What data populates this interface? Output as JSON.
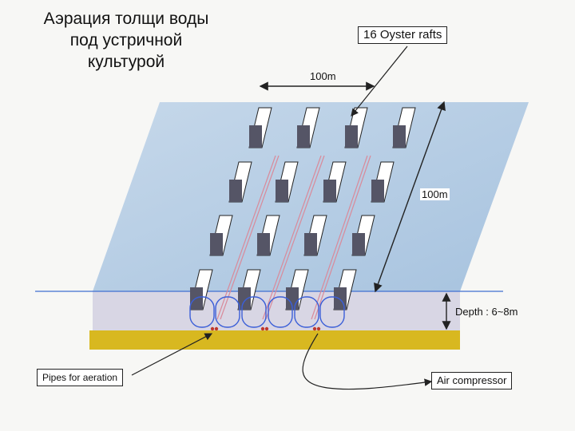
{
  "title": "Аэрация толщи воды\nпод устричной\nкультурой",
  "labels": {
    "oyster_rafts": "16 Oyster rafts",
    "width": "100m",
    "length": "100m",
    "depth": "Depth : 6~8m",
    "pipes": "Pipes for aeration",
    "compressor": "Air compressor"
  },
  "colors": {
    "water_surface": "#b9d2e8",
    "water_column": "#d6d4e2",
    "seabed": "#d8b820",
    "waterline": "#3f6fd1",
    "pipe": "#3b5fd8"
  }
}
